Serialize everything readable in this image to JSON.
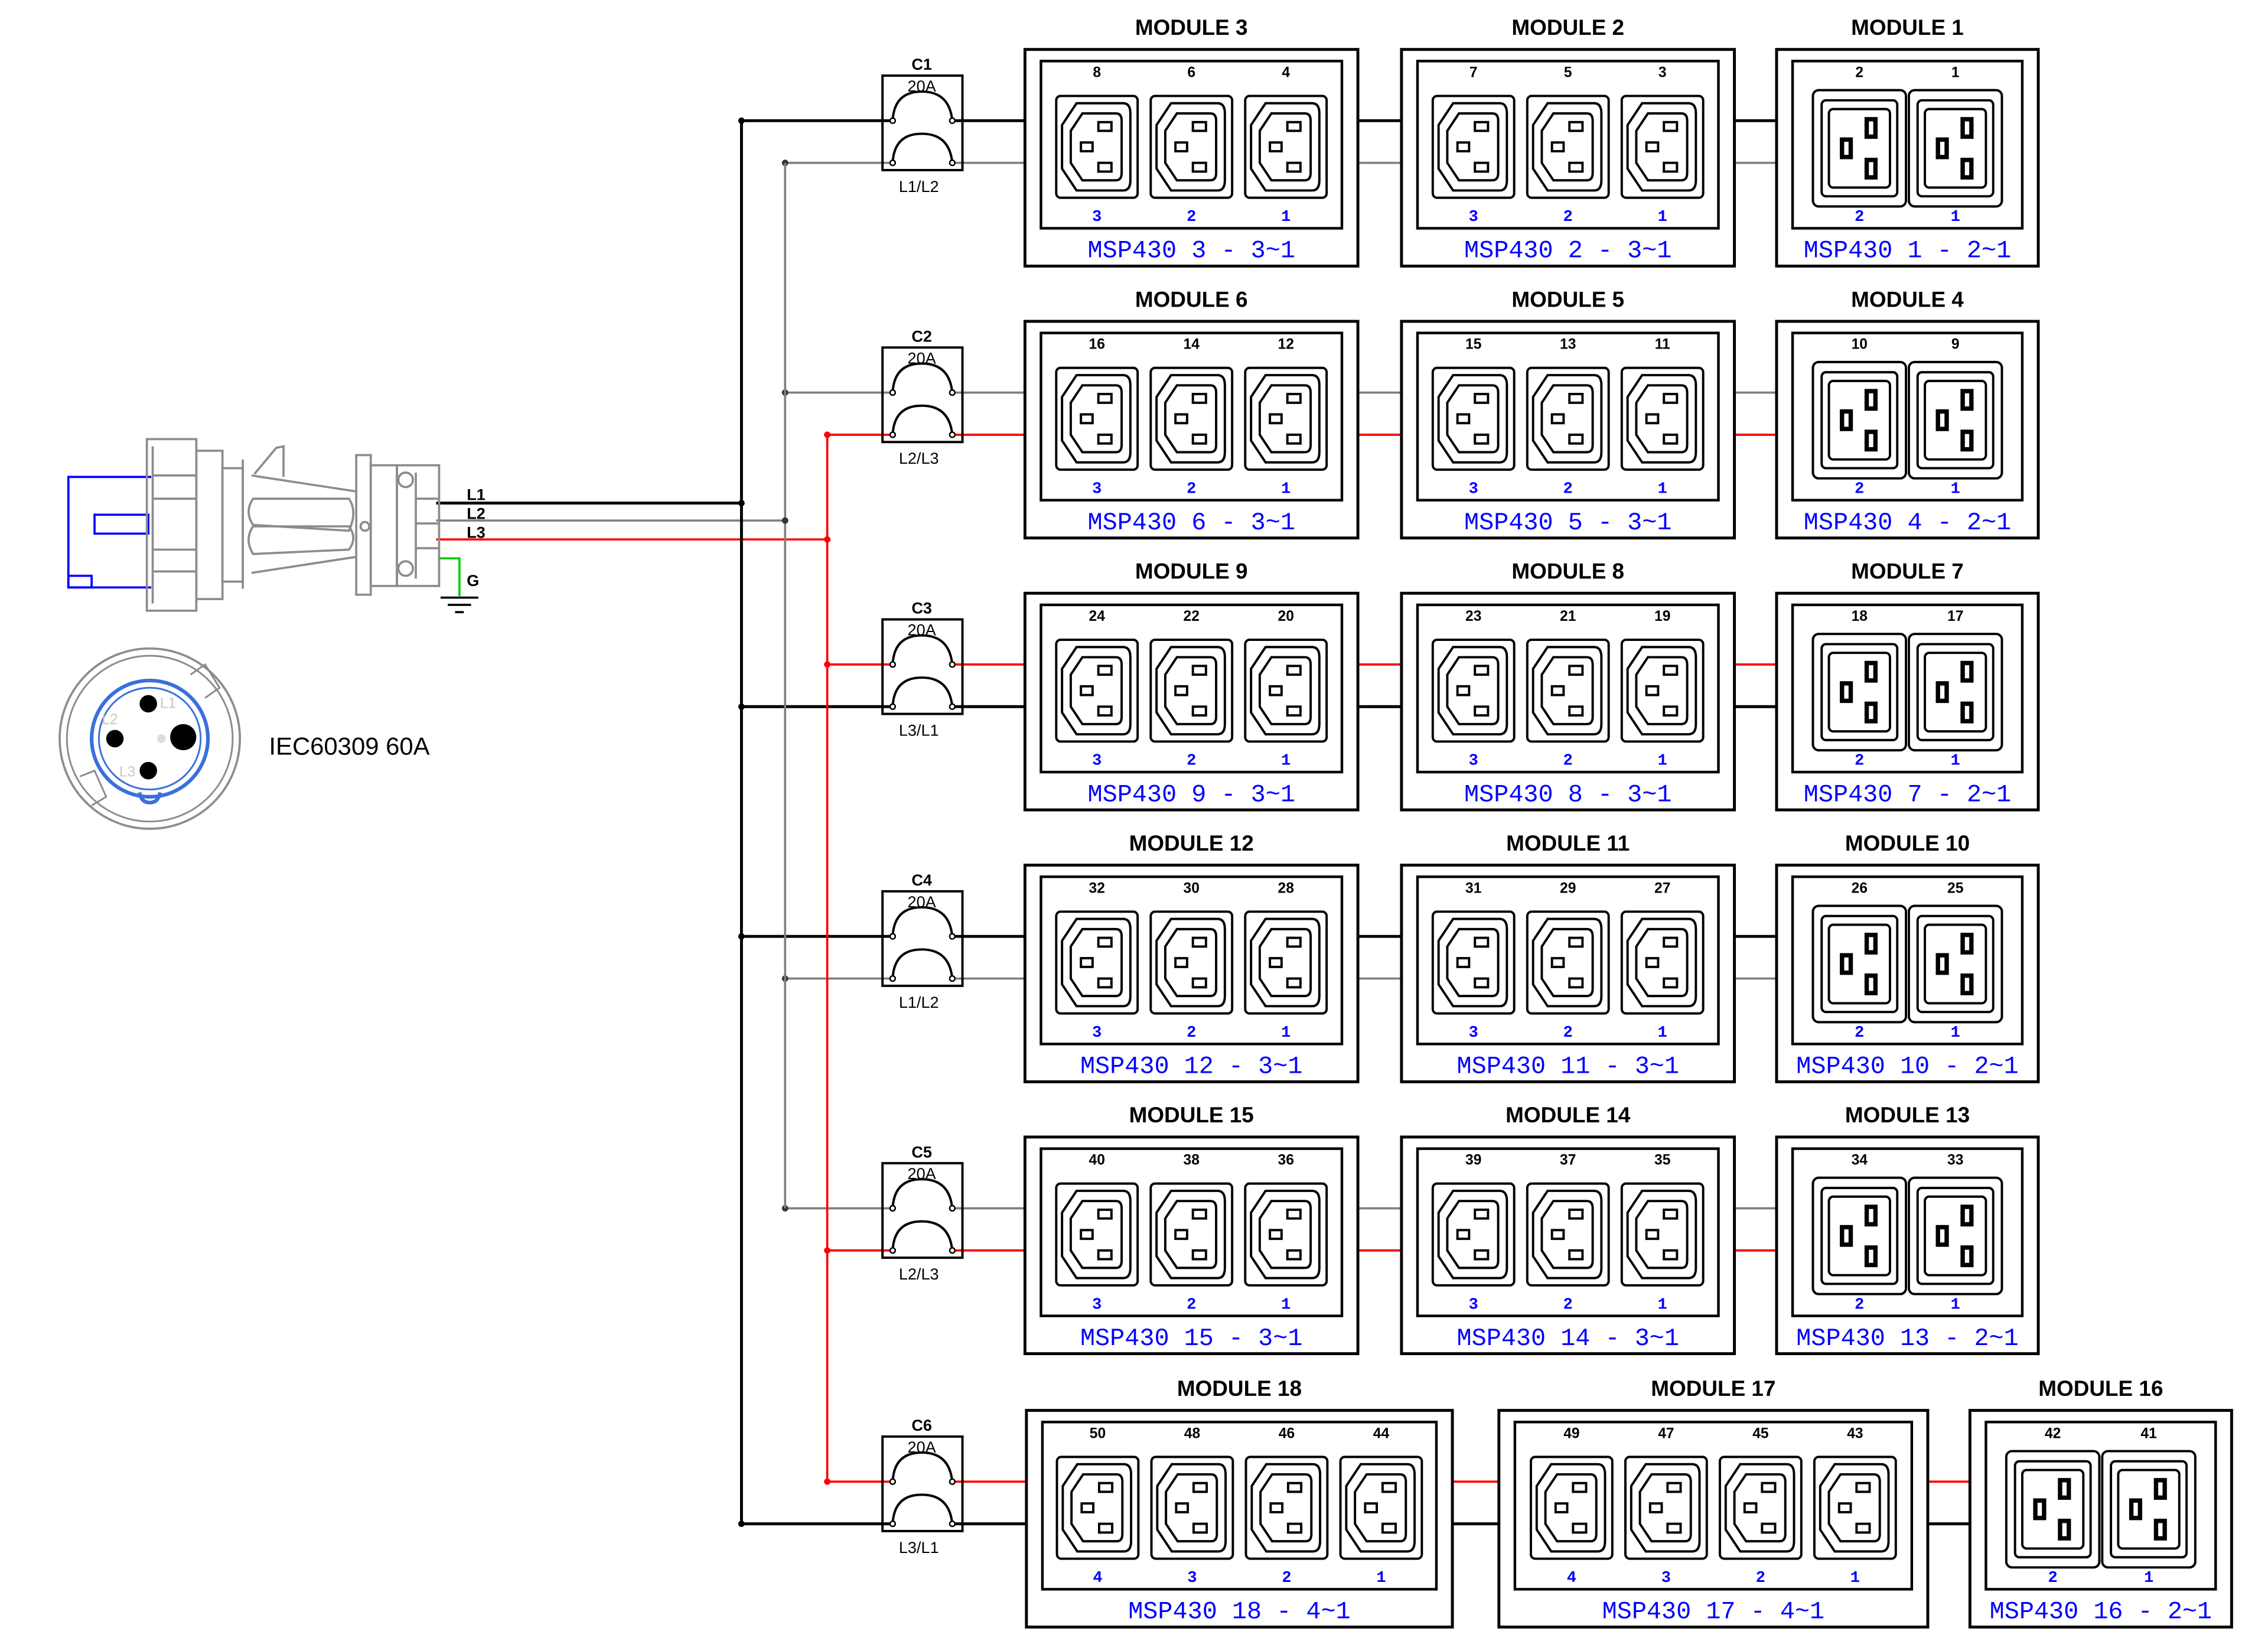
{
  "colors": {
    "L1": "#000000",
    "L2": "#808080",
    "L3": "#ff0000",
    "G": "#00cc00",
    "label_blue": "#0000ff",
    "plug_blue": "#0000ff",
    "face_blue": "#3a6fdc",
    "plug_gray": "#8c8c8c"
  },
  "plug": {
    "wire_labels": {
      "L1": "L1",
      "L2": "L2",
      "L3": "L3",
      "G": "G"
    },
    "face_pin_labels": {
      "L1": "L1",
      "L2": "L2",
      "L3": "L3"
    },
    "caption": "IEC60309 60A"
  },
  "rows": [
    {
      "breaker": {
        "name": "C1",
        "rating": "20A",
        "phases": "L1/L2",
        "top_phase": "L1",
        "bottom_phase": "L2"
      },
      "modules": [
        {
          "title": "MODULE 3",
          "type": "C13",
          "outlets": [
            "8",
            "6",
            "4"
          ],
          "positions": [
            "3",
            "2",
            "1"
          ],
          "label": "MSP430 3 - 3~1"
        },
        {
          "title": "MODULE 2",
          "type": "C13",
          "outlets": [
            "7",
            "5",
            "3"
          ],
          "positions": [
            "3",
            "2",
            "1"
          ],
          "label": "MSP430 2 - 3~1"
        },
        {
          "title": "MODULE 1",
          "type": "C19",
          "outlets": [
            "2",
            "1"
          ],
          "positions": [
            "2",
            "1"
          ],
          "label": "MSP430 1 - 2~1"
        }
      ]
    },
    {
      "breaker": {
        "name": "C2",
        "rating": "20A",
        "phases": "L2/L3",
        "top_phase": "L2",
        "bottom_phase": "L3"
      },
      "modules": [
        {
          "title": "MODULE 6",
          "type": "C13",
          "outlets": [
            "16",
            "14",
            "12"
          ],
          "positions": [
            "3",
            "2",
            "1"
          ],
          "label": "MSP430 6 - 3~1"
        },
        {
          "title": "MODULE 5",
          "type": "C13",
          "outlets": [
            "15",
            "13",
            "11"
          ],
          "positions": [
            "3",
            "2",
            "1"
          ],
          "label": "MSP430 5 - 3~1"
        },
        {
          "title": "MODULE 4",
          "type": "C19",
          "outlets": [
            "10",
            "9"
          ],
          "positions": [
            "2",
            "1"
          ],
          "label": "MSP430 4 - 2~1"
        }
      ]
    },
    {
      "breaker": {
        "name": "C3",
        "rating": "20A",
        "phases": "L3/L1",
        "top_phase": "L3",
        "bottom_phase": "L1"
      },
      "modules": [
        {
          "title": "MODULE 9",
          "type": "C13",
          "outlets": [
            "24",
            "22",
            "20"
          ],
          "positions": [
            "3",
            "2",
            "1"
          ],
          "label": "MSP430 9 - 3~1"
        },
        {
          "title": "MODULE 8",
          "type": "C13",
          "outlets": [
            "23",
            "21",
            "19"
          ],
          "positions": [
            "3",
            "2",
            "1"
          ],
          "label": "MSP430 8 - 3~1"
        },
        {
          "title": "MODULE 7",
          "type": "C19",
          "outlets": [
            "18",
            "17"
          ],
          "positions": [
            "2",
            "1"
          ],
          "label": "MSP430 7 - 2~1"
        }
      ]
    },
    {
      "breaker": {
        "name": "C4",
        "rating": "20A",
        "phases": "L1/L2",
        "top_phase": "L1",
        "bottom_phase": "L2"
      },
      "modules": [
        {
          "title": "MODULE 12",
          "type": "C13",
          "outlets": [
            "32",
            "30",
            "28"
          ],
          "positions": [
            "3",
            "2",
            "1"
          ],
          "label": "MSP430 12 - 3~1"
        },
        {
          "title": "MODULE 11",
          "type": "C13",
          "outlets": [
            "31",
            "29",
            "27"
          ],
          "positions": [
            "3",
            "2",
            "1"
          ],
          "label": "MSP430 11 - 3~1"
        },
        {
          "title": "MODULE 10",
          "type": "C19",
          "outlets": [
            "26",
            "25"
          ],
          "positions": [
            "2",
            "1"
          ],
          "label": "MSP430 10 - 2~1"
        }
      ]
    },
    {
      "breaker": {
        "name": "C5",
        "rating": "20A",
        "phases": "L2/L3",
        "top_phase": "L2",
        "bottom_phase": "L3"
      },
      "modules": [
        {
          "title": "MODULE 15",
          "type": "C13",
          "outlets": [
            "40",
            "38",
            "36"
          ],
          "positions": [
            "3",
            "2",
            "1"
          ],
          "label": "MSP430 15 - 3~1"
        },
        {
          "title": "MODULE 14",
          "type": "C13",
          "outlets": [
            "39",
            "37",
            "35"
          ],
          "positions": [
            "3",
            "2",
            "1"
          ],
          "label": "MSP430 14 - 3~1"
        },
        {
          "title": "MODULE 13",
          "type": "C19",
          "outlets": [
            "34",
            "33"
          ],
          "positions": [
            "2",
            "1"
          ],
          "label": "MSP430 13 - 2~1"
        }
      ]
    },
    {
      "breaker": {
        "name": "C6",
        "rating": "20A",
        "phases": "L3/L1",
        "top_phase": "L3",
        "bottom_phase": "L1"
      },
      "modules": [
        {
          "title": "MODULE 18",
          "type": "C13",
          "outlets": [
            "50",
            "48",
            "46",
            "44"
          ],
          "positions": [
            "4",
            "3",
            "2",
            "1"
          ],
          "label": "MSP430 18 - 4~1"
        },
        {
          "title": "MODULE 17",
          "type": "C13",
          "outlets": [
            "49",
            "47",
            "45",
            "43"
          ],
          "positions": [
            "4",
            "3",
            "2",
            "1"
          ],
          "label": "MSP430 17 - 4~1"
        },
        {
          "title": "MODULE 16",
          "type": "C19",
          "outlets": [
            "42",
            "41"
          ],
          "positions": [
            "2",
            "1"
          ],
          "label": "MSP430 16 - 2~1"
        }
      ]
    }
  ]
}
